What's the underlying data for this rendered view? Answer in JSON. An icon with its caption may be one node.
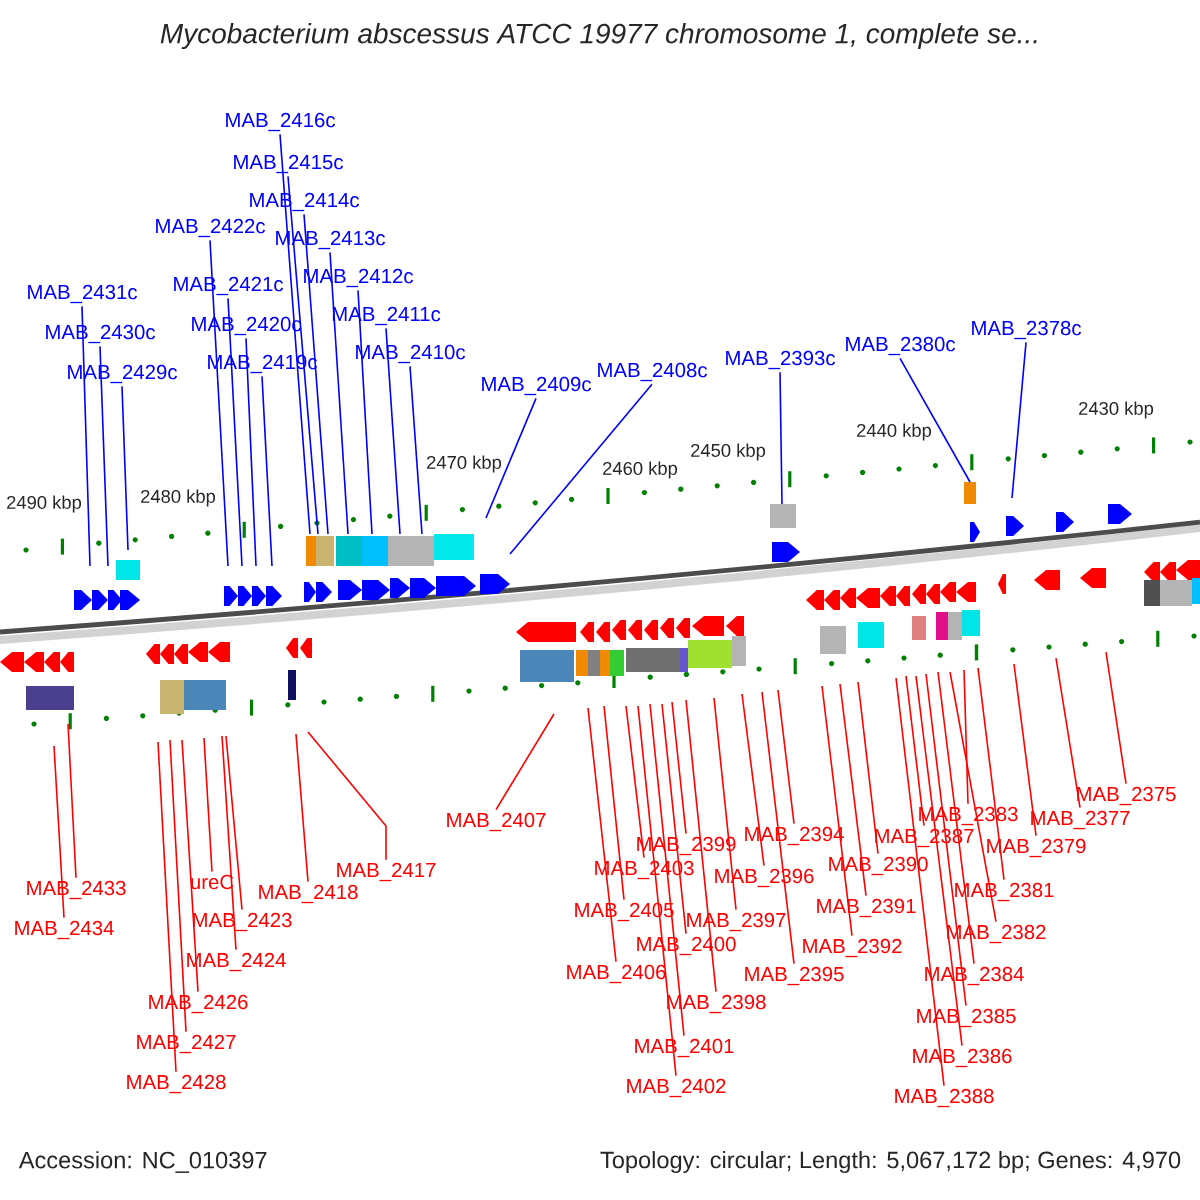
{
  "diagram": {
    "title": "Mycobacterium abscessus ATCC 19977 chromosome 1, complete se...",
    "nodes": [
      {
        "text": [
          "MAB_2416c"
        ]
      },
      {
        "text": [
          "MAB_2415c"
        ]
      },
      {
        "text": [
          "MAB_2414c"
        ]
      },
      {
        "text": [
          "MAB_2422c"
        ]
      },
      {
        "text": [
          "MAB_2413c"
        ]
      },
      {
        "text": [
          "MAB_2412c"
        ]
      },
      {
        "text": [
          "MAB_2431c"
        ]
      },
      {
        "text": [
          "MAB_2421c"
        ]
      },
      {
        "text": [
          "MAB_2411c"
        ]
      },
      {
        "text": [
          "MAB_2430c"
        ]
      },
      {
        "text": [
          "MAB_2420c"
        ]
      },
      {
        "text": [
          "MAB_2378c"
        ]
      },
      {
        "text": [
          "MAB_2380c"
        ]
      },
      {
        "text": [
          "MAB_2410c"
        ]
      },
      {
        "text": [
          "MAB_2393c"
        ]
      },
      {
        "text": [
          "MAB_2419c"
        ]
      },
      {
        "text": [
          "MAB_2408c"
        ]
      },
      {
        "text": [
          "MAB_2429c"
        ]
      },
      {
        "text": [
          "MAB_2409c"
        ]
      },
      {
        "text": [
          "MAB_2375"
        ]
      },
      {
        "text": [
          "MAB_2383"
        ]
      },
      {
        "text": [
          "MAB_2377"
        ]
      },
      {
        "text": [
          "MAB_2407"
        ]
      },
      {
        "text": [
          "MAB_2394"
        ]
      },
      {
        "text": [
          "MAB_2387"
        ]
      },
      {
        "text": [
          "MAB_2399"
        ]
      },
      {
        "text": [
          "MAB_2379"
        ]
      },
      {
        "text": [
          "MAB_2390"
        ]
      },
      {
        "text": [
          "MAB_2403"
        ]
      },
      {
        "text": [
          "MAB_2417"
        ]
      },
      {
        "text": [
          "MAB_2396"
        ]
      },
      {
        "text": [
          "ureC"
        ]
      },
      {
        "text": [
          "MAB_2433"
        ]
      },
      {
        "text": [
          "MAB_2381"
        ]
      },
      {
        "text": [
          "MAB_2418"
        ]
      },
      {
        "text": [
          "MAB_2391"
        ]
      },
      {
        "text": [
          "MAB_2405"
        ]
      },
      {
        "text": [
          "MAB_2397"
        ]
      },
      {
        "text": [
          "MAB_2423"
        ]
      },
      {
        "text": [
          "MAB_2434"
        ]
      },
      {
        "text": [
          "MAB_2382"
        ]
      },
      {
        "text": [
          "MAB_2400"
        ]
      },
      {
        "text": [
          "MAB_2392"
        ]
      },
      {
        "text": [
          "MAB_2424"
        ]
      },
      {
        "text": [
          "MAB_2406"
        ]
      },
      {
        "text": [
          "MAB_2395"
        ]
      },
      {
        "text": [
          "MAB_2384"
        ]
      },
      {
        "text": [
          "MAB_2426"
        ]
      },
      {
        "text": [
          "MAB_2398"
        ]
      },
      {
        "text": [
          "MAB_2385"
        ]
      },
      {
        "text": [
          "MAB_2427"
        ]
      },
      {
        "text": [
          "MAB_2401"
        ]
      },
      {
        "text": [
          "MAB_2386"
        ]
      },
      {
        "text": [
          "MAB_2428"
        ]
      },
      {
        "text": [
          "MAB_2402"
        ]
      },
      {
        "text": [
          "MAB_2388"
        ]
      }
    ],
    "edges": [
      {
        "from": 0,
        "to": null,
        "arrow": "none",
        "color": "#0000ff"
      },
      {
        "from": 1,
        "to": null,
        "arrow": "none",
        "color": "#0000ff"
      },
      {
        "from": 2,
        "to": null,
        "arrow": "none",
        "color": "#0000ff"
      },
      {
        "from": 3,
        "to": null,
        "arrow": "none",
        "color": "#0000ff"
      },
      {
        "from": 4,
        "to": null,
        "arrow": "none",
        "color": "#0000ff"
      },
      {
        "from": 5,
        "to": null,
        "arrow": "none",
        "color": "#0000ff"
      },
      {
        "from": 6,
        "to": null,
        "arrow": "none",
        "color": "#0000ff"
      },
      {
        "from": 7,
        "to": null,
        "arrow": "none",
        "color": "#0000ff"
      },
      {
        "from": 8,
        "to": null,
        "arrow": "none",
        "color": "#0000ff"
      },
      {
        "from": 9,
        "to": null,
        "arrow": "none",
        "color": "#0000ff"
      },
      {
        "from": 10,
        "to": null,
        "arrow": "none",
        "color": "#0000ff"
      },
      {
        "from": 11,
        "to": null,
        "arrow": "none",
        "color": "#0000ff"
      },
      {
        "from": 12,
        "to": null,
        "arrow": "none",
        "color": "#0000ff"
      },
      {
        "from": 13,
        "to": null,
        "arrow": "none",
        "color": "#0000ff"
      },
      {
        "from": 14,
        "to": null,
        "arrow": "none",
        "color": "#0000ff"
      },
      {
        "from": 15,
        "to": null,
        "arrow": "none",
        "color": "#0000ff"
      },
      {
        "from": 16,
        "to": null,
        "arrow": "none",
        "color": "#0000ff"
      },
      {
        "from": 17,
        "to": null,
        "arrow": "none",
        "color": "#0000ff"
      },
      {
        "from": 18,
        "to": null,
        "arrow": "none",
        "color": "#0000ff"
      },
      {
        "from": 19,
        "to": null,
        "arrow": "none"
      },
      {
        "from": 20,
        "to": null,
        "arrow": "none"
      },
      {
        "from": 21,
        "to": null,
        "arrow": "none"
      },
      {
        "from": 22,
        "to": null,
        "arrow": "none"
      },
      {
        "from": 23,
        "to": null,
        "arrow": "none"
      },
      {
        "from": 24,
        "to": null,
        "arrow": "none"
      },
      {
        "from": 25,
        "to": null,
        "arrow": "none"
      },
      {
        "from": 26,
        "to": null,
        "arrow": "none"
      },
      {
        "from": 27,
        "to": null,
        "arrow": "none"
      },
      {
        "from": 28,
        "to": null,
        "arrow": "none"
      },
      {
        "from": 29,
        "to": null,
        "arrow": "none"
      },
      {
        "from": 30,
        "to": null,
        "arrow": "none"
      },
      {
        "from": 31,
        "to": null,
        "arrow": "none"
      },
      {
        "from": 32,
        "to": null,
        "arrow": "none"
      },
      {
        "from": 33,
        "to": null,
        "arrow": "none"
      },
      {
        "from": 34,
        "to": null,
        "arrow": "none"
      },
      {
        "from": 35,
        "to": null,
        "arrow": "none"
      },
      {
        "from": 36,
        "to": null,
        "arrow": "none"
      },
      {
        "from": 37,
        "to": null,
        "arrow": "none"
      },
      {
        "from": 38,
        "to": null,
        "arrow": "none"
      },
      {
        "from": 39,
        "to": null,
        "arrow": "none"
      },
      {
        "from": 40,
        "to": null,
        "arrow": "none"
      },
      {
        "from": 41,
        "to": null,
        "arrow": "none"
      },
      {
        "from": 42,
        "to": null,
        "arrow": "none"
      },
      {
        "from": 43,
        "to": null,
        "arrow": "none"
      },
      {
        "from": 44,
        "to": null,
        "arrow": "none"
      },
      {
        "from": 45,
        "to": null,
        "arrow": "none"
      },
      {
        "from": 46,
        "to": null,
        "arrow": "none"
      },
      {
        "from": 47,
        "to": null,
        "arrow": "none"
      },
      {
        "from": 48,
        "to": null,
        "arrow": "none"
      },
      {
        "from": 49,
        "to": null,
        "arrow": "none"
      },
      {
        "from": 50,
        "to": null,
        "arrow": "none"
      },
      {
        "from": 51,
        "to": null,
        "arrow": "none"
      },
      {
        "from": 52,
        "to": null,
        "arrow": "none"
      },
      {
        "from": 53,
        "to": null,
        "arrow": "none"
      },
      {
        "from": 54,
        "to": null,
        "arrow": "none"
      },
      {
        "from": 55,
        "to": null,
        "arrow": "none"
      }
    ],
    "labels": [
      "2490 kbp",
      "2480 kbp",
      "2470 kbp",
      "2460 kbp",
      "2450 kbp",
      "2440 kbp",
      "2430 kbp",
      "Accession: NC_010397",
      "Topology: circular; Length: 5,067,172 bp; Genes: 4,970"
    ]
  }
}
